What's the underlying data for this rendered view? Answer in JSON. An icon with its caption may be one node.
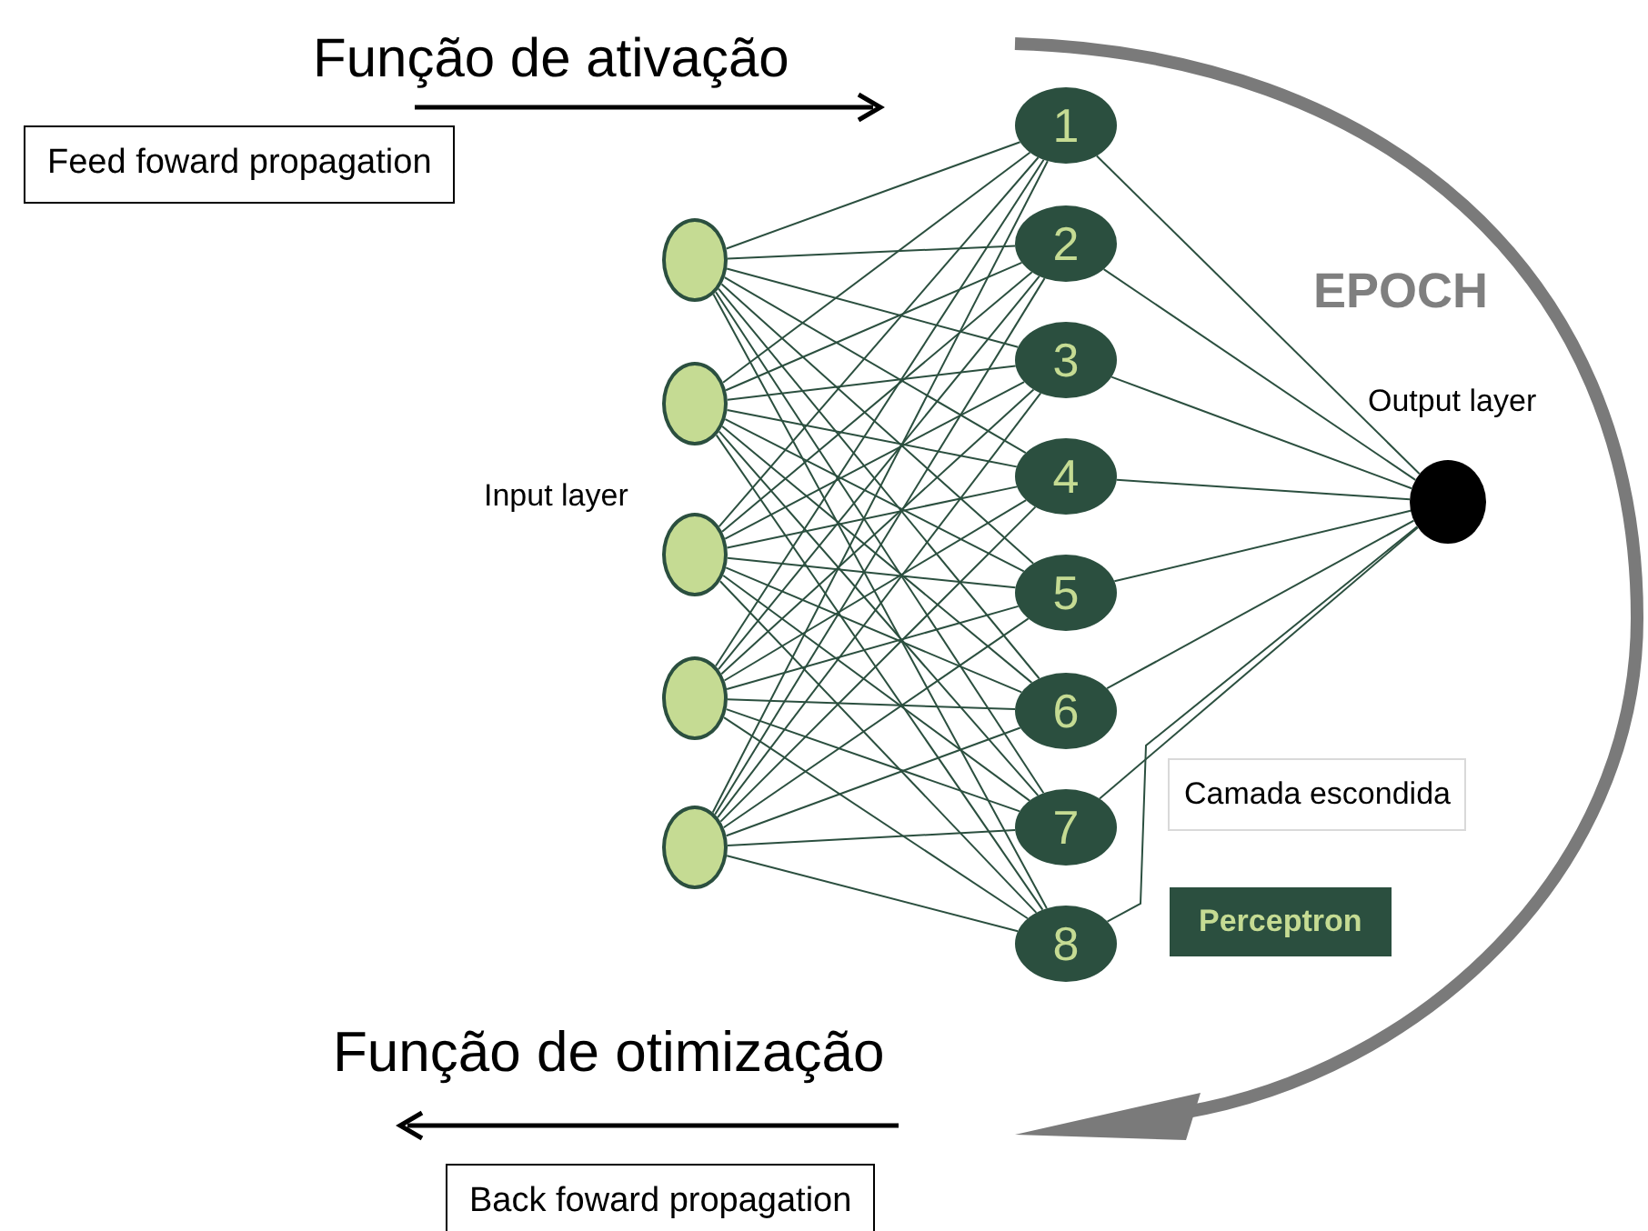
{
  "diagram": {
    "nodes": [
      {
        "text": [],
        "shape": "circle"
      },
      {
        "text": [],
        "shape": "circle"
      },
      {
        "text": [],
        "shape": "circle"
      },
      {
        "text": [],
        "shape": "circle"
      },
      {
        "text": [],
        "shape": "circle"
      },
      {
        "text": [
          "1"
        ]
      },
      {
        "text": [
          "2"
        ]
      },
      {
        "text": [
          "3"
        ]
      },
      {
        "text": [
          "4"
        ]
      },
      {
        "text": [
          "5"
        ]
      },
      {
        "text": [
          "6"
        ]
      },
      {
        "text": [
          "7"
        ]
      },
      {
        "text": [
          "8"
        ]
      },
      {
        "text": [],
        "shape": "circle"
      },
      {
        "text": [
          "Feed foward propagation"
        ]
      },
      {
        "text": [
          "Back foward propagation"
        ]
      },
      {
        "text": [
          "Camada escondida"
        ]
      },
      {
        "text": [
          "Perceptron"
        ]
      }
    ],
    "edges": [
      {
        "from": 0,
        "to": 5,
        "arrow": "none"
      },
      {
        "from": 0,
        "to": 6,
        "arrow": "none"
      },
      {
        "from": 0,
        "to": 7,
        "arrow": "none"
      },
      {
        "from": 0,
        "to": 8,
        "arrow": "none"
      },
      {
        "from": 0,
        "to": 9,
        "arrow": "none"
      },
      {
        "from": 0,
        "to": 10,
        "arrow": "none"
      },
      {
        "from": 0,
        "to": 11,
        "arrow": "none"
      },
      {
        "from": 0,
        "to": 12,
        "arrow": "none"
      },
      {
        "from": 1,
        "to": 5,
        "arrow": "none"
      },
      {
        "from": 1,
        "to": 6,
        "arrow": "none"
      },
      {
        "from": 1,
        "to": 7,
        "arrow": "none"
      },
      {
        "from": 1,
        "to": 8,
        "arrow": "none"
      },
      {
        "from": 1,
        "to": 9,
        "arrow": "none"
      },
      {
        "from": 1,
        "to": 10,
        "arrow": "none"
      },
      {
        "from": 1,
        "to": 11,
        "arrow": "none"
      },
      {
        "from": 1,
        "to": 12,
        "arrow": "none"
      },
      {
        "from": 2,
        "to": 5,
        "arrow": "none"
      },
      {
        "from": 2,
        "to": 6,
        "arrow": "none"
      },
      {
        "from": 2,
        "to": 7,
        "arrow": "none"
      },
      {
        "from": 2,
        "to": 8,
        "arrow": "none"
      },
      {
        "from": 2,
        "to": 9,
        "arrow": "none"
      },
      {
        "from": 2,
        "to": 10,
        "arrow": "none"
      },
      {
        "from": 2,
        "to": 11,
        "arrow": "none"
      },
      {
        "from": 2,
        "to": 12,
        "arrow": "none"
      },
      {
        "from": 3,
        "to": 5,
        "arrow": "none"
      },
      {
        "from": 3,
        "to": 6,
        "arrow": "none"
      },
      {
        "from": 3,
        "to": 7,
        "arrow": "none"
      },
      {
        "from": 3,
        "to": 8,
        "arrow": "none"
      },
      {
        "from": 3,
        "to": 9,
        "arrow": "none"
      },
      {
        "from": 3,
        "to": 10,
        "arrow": "none"
      },
      {
        "from": 3,
        "to": 11,
        "arrow": "none"
      },
      {
        "from": 3,
        "to": 12,
        "arrow": "none"
      },
      {
        "from": 4,
        "to": 5,
        "arrow": "none"
      },
      {
        "from": 4,
        "to": 6,
        "arrow": "none"
      },
      {
        "from": 4,
        "to": 7,
        "arrow": "none"
      },
      {
        "from": 4,
        "to": 8,
        "arrow": "none"
      },
      {
        "from": 4,
        "to": 9,
        "arrow": "none"
      },
      {
        "from": 4,
        "to": 10,
        "arrow": "none"
      },
      {
        "from": 4,
        "to": 11,
        "arrow": "none"
      },
      {
        "from": 4,
        "to": 12,
        "arrow": "none"
      },
      {
        "from": 5,
        "to": 13,
        "arrow": "none"
      },
      {
        "from": 6,
        "to": 13,
        "arrow": "none"
      },
      {
        "from": 7,
        "to": 13,
        "arrow": "none"
      },
      {
        "from": 8,
        "to": 13,
        "arrow": "none"
      },
      {
        "from": 9,
        "to": 13,
        "arrow": "none"
      },
      {
        "from": 10,
        "to": 13,
        "arrow": "none"
      },
      {
        "from": 11,
        "to": 13,
        "arrow": "none"
      },
      {
        "from": 12,
        "to": 13,
        "arrow": "none"
      }
    ],
    "labels": [
      "Função de ativação",
      "EPOCH",
      "Input layer",
      "Output layer",
      "Função de otimização"
    ]
  }
}
